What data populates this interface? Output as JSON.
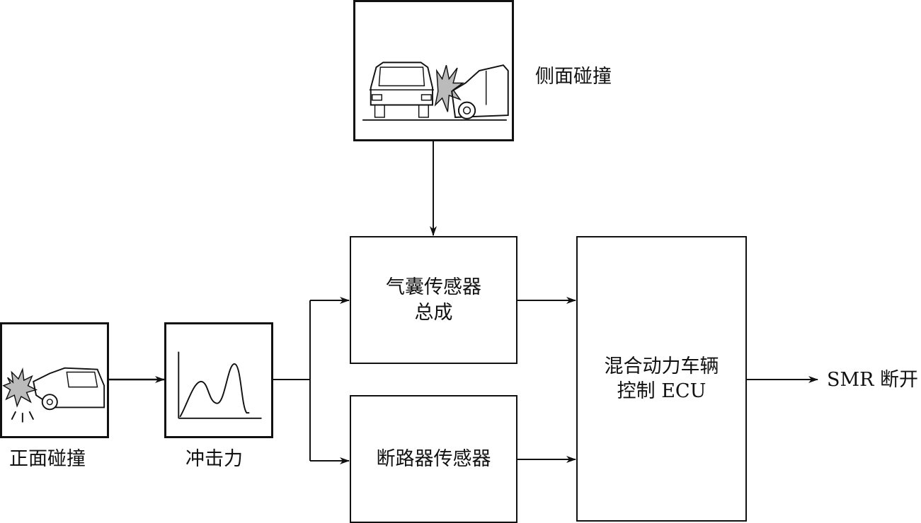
{
  "labels": {
    "side_collision": "侧面碰撞",
    "front_collision": "正面碰撞",
    "impact_force": "冲击力",
    "smr_off": "SMR 断开"
  },
  "blocks": {
    "airbag_sensor": {
      "line1": "气囊传感器",
      "line2": "总成"
    },
    "breaker_sensor": {
      "line1": "断路器传感器"
    },
    "hv_ecu": {
      "line1": "混合动力车辆",
      "line2": "控制 ECU"
    }
  }
}
